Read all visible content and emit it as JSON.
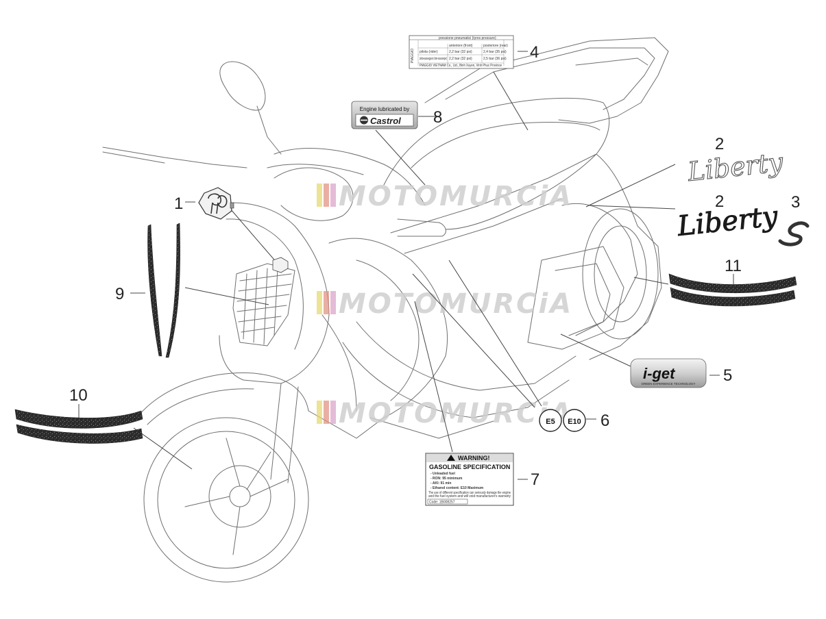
{
  "diagram": {
    "callouts": [
      {
        "id": 1,
        "label": "1"
      },
      {
        "id": 2,
        "label": "2"
      },
      {
        "id": 3,
        "label": "3"
      },
      {
        "id": 4,
        "label": "4"
      },
      {
        "id": 5,
        "label": "5"
      },
      {
        "id": 6,
        "label": "6"
      },
      {
        "id": 7,
        "label": "7"
      },
      {
        "id": 8,
        "label": "8"
      },
      {
        "id": 9,
        "label": "9"
      },
      {
        "id": 10,
        "label": "10"
      },
      {
        "id": 11,
        "label": "11"
      }
    ],
    "watermark": "MOTOMURCiA",
    "tyre_label": {
      "title": "pressione pneumatici (tyres pressure)",
      "col_front": "anteriore (front)",
      "col_rear": "posteriore (rear)",
      "row1_label": "pilota (rider)",
      "row1_front": "2,2 bar (32 psi)",
      "row1_rear": "2,4 bar (35 psi)",
      "row2_label": "pilota+passeggero (rider+passenger)",
      "row2_front": "2,2 bar (32 psi)",
      "row2_rear": "2,5 bar (36 psi)",
      "footer": "PIAGGIO VIETNAM Co., Ltd., Binh Xuyen, Vinh Phuc Province",
      "brand": "PIAGGIO"
    },
    "castrol_label": {
      "line1": "Engine lubricated by",
      "brand": "Castrol"
    },
    "liberty_logo": "Liberty",
    "s_logo": "S",
    "iget_label": {
      "brand": "i-get",
      "tagline": "GREEN EXPERIENCE TECHNOLOGY"
    },
    "fuel_badges": {
      "e5": "E5",
      "e10": "E10"
    },
    "warning_label": {
      "header": "WARNING!",
      "title": "GASOLINE SPECIFICATION",
      "lines": [
        "- Unleaded fuel",
        "- RON: 95 minimum",
        "- AKI: 91 min",
        "- Ethanol content: E10 Maximum"
      ],
      "note1": "The use of different specification can seriously damage the engine",
      "note2": "and the fuel system and will void manufacturer's warranty",
      "code": "Code: 1B008257"
    }
  }
}
